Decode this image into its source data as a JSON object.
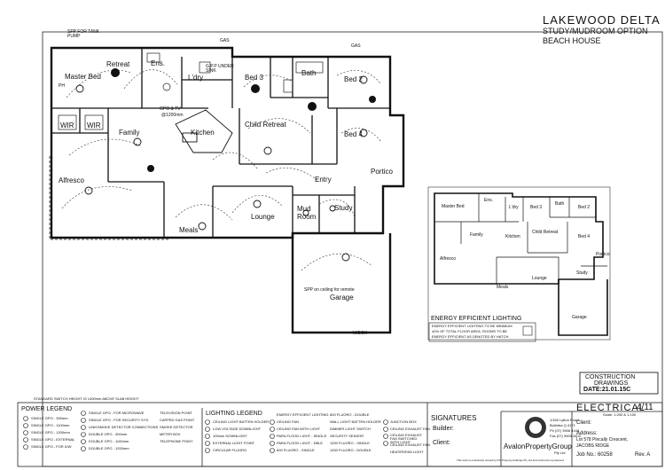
{
  "title_block": {
    "project": "LAKEWOOD DELTA",
    "option": "STUDY/MUDROOM OPTION",
    "facade": "BEACH HOUSE"
  },
  "main_plan": {
    "top_note": "SPP FOR TANK PUMP",
    "gas_labels": [
      "GAS",
      "GAS"
    ],
    "rooms": [
      "Retreat",
      "Ens.",
      "Master Bed",
      "L'dry",
      "Bed 3",
      "Bath",
      "Bed 2",
      "WIR",
      "WIR",
      "Family",
      "Kitchen",
      "Child Retreat",
      "Bed 4",
      "Alfresco",
      "Portico",
      "Entry",
      "Mud Room",
      "Study",
      "Meals",
      "Lounge",
      "Garage"
    ],
    "notes": [
      "G.P.P UNDER SINK",
      "GPO & TV",
      "@1200mm",
      "SPP on ceiling for remote",
      "PH",
      "M/BOX"
    ]
  },
  "mini_plan": {
    "rooms": [
      "Master Bed",
      "Ens.",
      "L'dry",
      "Bed 3",
      "Bath",
      "Bed 2",
      "Family",
      "Kitchen",
      "Child Retreat",
      "Bed 4",
      "Alfresco",
      "Portico",
      "Study",
      "Meals",
      "Lounge",
      "Garage"
    ]
  },
  "energy": {
    "title": "ENERGY EFFICIENT LIGHTING",
    "text": [
      "ENERGY EFFICIENT LIGHTING TO BE MINIMUM",
      "40% OF TOTAL FLOOR AREA. ROOMS TO BE",
      "ENERGY EFFICIENT AS DENOTED BY HATCH."
    ]
  },
  "stamp": {
    "line1": "CONSTRUCTION",
    "line2": "DRAWINGS",
    "date": "DATE:21.01.15C"
  },
  "switch_note": "STANDARD SWITCH HEIGHT IS 1400mm ABOVE SLAB HEIGHT",
  "power_legend": {
    "title": "POWER LEGEND",
    "items": [
      "SINGLE GPO - 300mm",
      "SINGLE GPO - 1100mm",
      "SINGLE GPO - 1200mm",
      "SINGLE GPO - EXTERNAL",
      "SINGLE GPO - FOR D/W",
      "SINGLE GPO - FOR MICROWAVE",
      "SINGLE GPO - FOR SECURITY SYS.",
      "LINK/SMOKE DETECTOR CONNECTIONS",
      "DOUBLE GPO - 300mm",
      "DOUBLE GPO - 1100mm",
      "DOUBLE GPO - 1200mm",
      "TELEVISION POINT",
      "CAPPED GAS POINT",
      "SMOKE DETECTOR",
      "METER BOX",
      "TELEPHONE POINT"
    ]
  },
  "lighting_legend": {
    "title": "LIGHTING LEGEND",
    "items": [
      "CEILING LIGHT BATTEN HOLDER",
      "LOW VOLTAGE DOWNLIGHT",
      "100mm DOWNLIGHT",
      "EXTERNAL LIGHT POINT",
      "CIRCULAR FLUORO",
      "ENERGY EFFICIENT LIGHTING",
      "CEILING FAN",
      "CEILING FAN WITH LIGHT",
      "PARA FLOOD LIGHT - SINGLE",
      "PARA FLOOD LIGHT - DBLE",
      "600 FLUORO - SINGLE",
      "600 FLUORO - DOUBLE",
      "WALL LIGHT BATTEN HOLDER",
      "DIMMER LIGHT SWITCH",
      "SECURITY SENSOR",
      "1200 FLUORO - SINGLE",
      "1200 FLUORO - DOUBLE",
      "JUNCTION BOX",
      "CEILING EXHAUST FAN",
      "CEILING EXHAUST FAN SWITCHED WITH LIGHT",
      "CEILING EXHAUST FAN",
      "HEATER/FAN LIGHT"
    ]
  },
  "signatures": {
    "title": "SIGNATURES",
    "builder": "Builder:",
    "client": "Client:"
  },
  "company": {
    "address1": "1/160 Lytton Road",
    "address2": "Bulimba Q 4171",
    "phone": "Ph (07) 3906 4444",
    "fax": "Fax (07) 3909 4400",
    "name": "AvalonPropertyGroup",
    "suffix": "Pty Ltd",
    "footnote": "This work is exclusively owned by KO Property Holdings Pty Ltd and cannot be reproduced"
  },
  "sheet": {
    "title": "ELECTRICAL",
    "number": "4/11",
    "scale": "Scale: 1:200 & 1:100",
    "client_label": "Client:",
    "address_label": "Address:",
    "address_line1": "Lot 578 Pincally Crescent,",
    "address_line2": "JACOBS RIDGE",
    "job": "Job No.: 60258",
    "rev": "Rev. A"
  }
}
